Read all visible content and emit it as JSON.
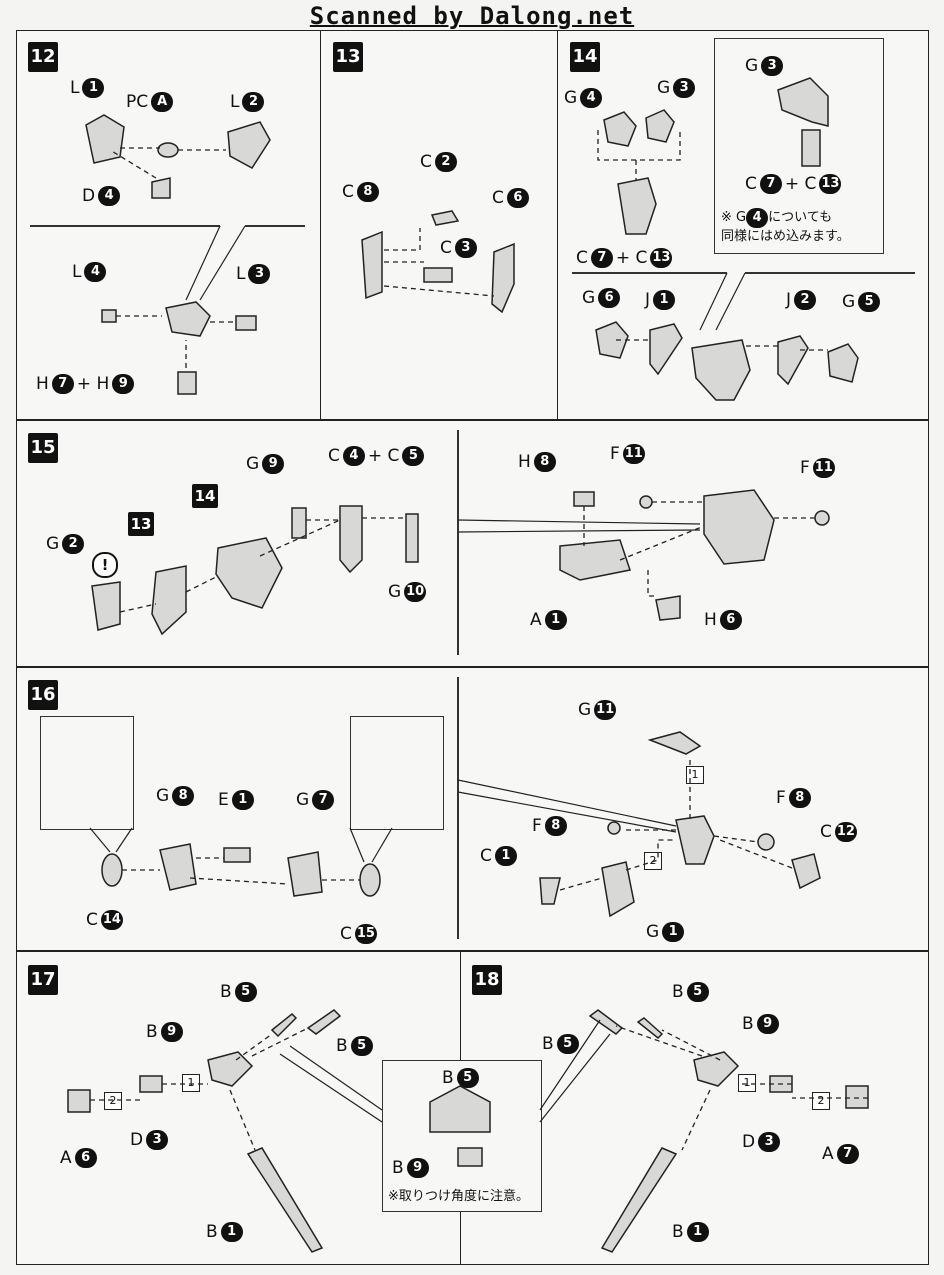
{
  "header": {
    "text": "Scanned by Dalong.net"
  },
  "steps": {
    "s12": {
      "num": "12",
      "labels": [
        {
          "p": "L",
          "n": "1"
        },
        {
          "p": "PC",
          "n": "A"
        },
        {
          "p": "L",
          "n": "2"
        },
        {
          "p": "D",
          "n": "4"
        },
        {
          "p": "L",
          "n": "4"
        },
        {
          "p": "L",
          "n": "3"
        },
        {
          "p": "H",
          "n": "7"
        },
        {
          "p": "+ H",
          "n": "9"
        }
      ]
    },
    "s13": {
      "num": "13",
      "labels": [
        {
          "p": "C",
          "n": "2"
        },
        {
          "p": "C",
          "n": "8"
        },
        {
          "p": "C",
          "n": "6"
        },
        {
          "p": "C",
          "n": "3"
        }
      ]
    },
    "s14": {
      "num": "14",
      "labels": [
        {
          "p": "G",
          "n": "4"
        },
        {
          "p": "G",
          "n": "3"
        },
        {
          "p": "C",
          "n": "7"
        },
        {
          "p": "+ C",
          "n": "13"
        },
        {
          "p": "G",
          "n": "3"
        },
        {
          "p": "C",
          "n": "7"
        },
        {
          "p": "+ C",
          "n": "13"
        },
        {
          "p": "G",
          "n": "6"
        },
        {
          "p": "J",
          "n": "1"
        },
        {
          "p": "J",
          "n": "2"
        },
        {
          "p": "G",
          "n": "5"
        }
      ],
      "note_a": "※ G",
      "note_n": "4",
      "note_b": "についても",
      "note_c": "同様にはめ込みます。"
    },
    "s15": {
      "num": "15",
      "ref13": "13",
      "ref14": "14",
      "labels": [
        {
          "p": "G",
          "n": "9"
        },
        {
          "p": "C",
          "n": "4"
        },
        {
          "p": "+ C",
          "n": "5"
        },
        {
          "p": "G",
          "n": "2"
        },
        {
          "p": "G",
          "n": "10"
        },
        {
          "p": "H",
          "n": "8"
        },
        {
          "p": "F",
          "n": "11"
        },
        {
          "p": "F",
          "n": "11"
        },
        {
          "p": "A",
          "n": "1"
        },
        {
          "p": "H",
          "n": "6"
        }
      ],
      "caution": "!"
    },
    "s16": {
      "num": "16",
      "labels": [
        {
          "p": "G",
          "n": "8"
        },
        {
          "p": "E",
          "n": "1"
        },
        {
          "p": "G",
          "n": "7"
        },
        {
          "p": "C",
          "n": "14"
        },
        {
          "p": "C",
          "n": "15"
        },
        {
          "p": "G",
          "n": "11"
        },
        {
          "p": "F",
          "n": "8"
        },
        {
          "p": "F",
          "n": "8"
        },
        {
          "p": "C",
          "n": "12"
        },
        {
          "p": "C",
          "n": "1"
        },
        {
          "p": "G",
          "n": "1"
        }
      ],
      "order1": "1",
      "order2": "2"
    },
    "s17": {
      "num": "17",
      "labels": [
        {
          "p": "B",
          "n": "5"
        },
        {
          "p": "B",
          "n": "9"
        },
        {
          "p": "B",
          "n": "5"
        },
        {
          "p": "D",
          "n": "3"
        },
        {
          "p": "A",
          "n": "6"
        },
        {
          "p": "B",
          "n": "1"
        },
        {
          "p": "B",
          "n": "5"
        },
        {
          "p": "B",
          "n": "9"
        }
      ],
      "order1": "1",
      "order2": "2",
      "note": "※取りつけ角度に注意。"
    },
    "s18": {
      "num": "18",
      "labels": [
        {
          "p": "B",
          "n": "5"
        },
        {
          "p": "B",
          "n": "5"
        },
        {
          "p": "B",
          "n": "9"
        },
        {
          "p": "D",
          "n": "3"
        },
        {
          "p": "A",
          "n": "7"
        },
        {
          "p": "B",
          "n": "1"
        }
      ],
      "order1": "1",
      "order2": "2"
    }
  }
}
